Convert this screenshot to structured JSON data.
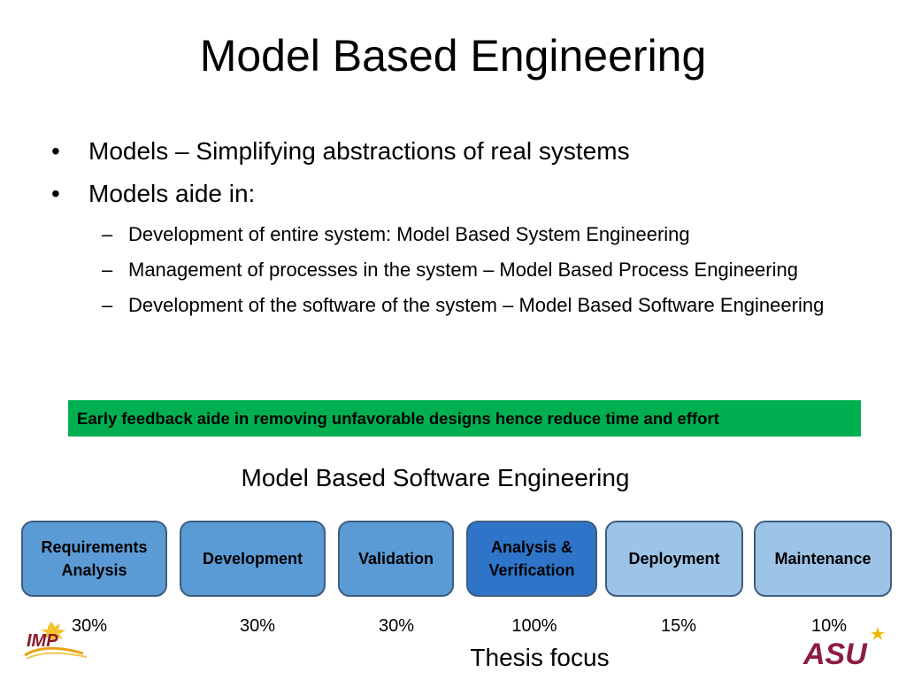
{
  "slide": {
    "title": "Model Based Engineering",
    "bullets": [
      "Models – Simplifying abstractions of real systems",
      "Models aide in:"
    ],
    "subbullets": [
      "Development of entire system: Model Based System Engineering",
      "Management of processes in the system – Model Based Process Engineering",
      "Development of the software of the system – Model Based Software Engineering"
    ],
    "dash": "–",
    "callout": "Early feedback aide in removing unfavorable designs hence reduce time and effort",
    "callout_color": "#00b050"
  },
  "diagram": {
    "title": "Model Based Software Engineering",
    "stages": [
      {
        "label": "Requirements Analysis",
        "percent": "30%"
      },
      {
        "label": "Development",
        "percent": "30%"
      },
      {
        "label": "Validation",
        "percent": "30%"
      },
      {
        "label": "Analysis & Verification",
        "percent": "100%"
      },
      {
        "label": "Deployment",
        "percent": "15%"
      },
      {
        "label": "Maintenance",
        "percent": "10%"
      }
    ],
    "thesis_label": "Thesis focus",
    "colors": {
      "stage_mid": "#5b9bd5",
      "stage_dark": "#2e75c9",
      "stage_light": "#9dc3e6",
      "stage_border": "#3e5d80"
    }
  },
  "logos": {
    "left": {
      "name": "imp-logo",
      "text": "IMP"
    },
    "right": {
      "name": "asu-logo",
      "text": "ASU"
    }
  }
}
